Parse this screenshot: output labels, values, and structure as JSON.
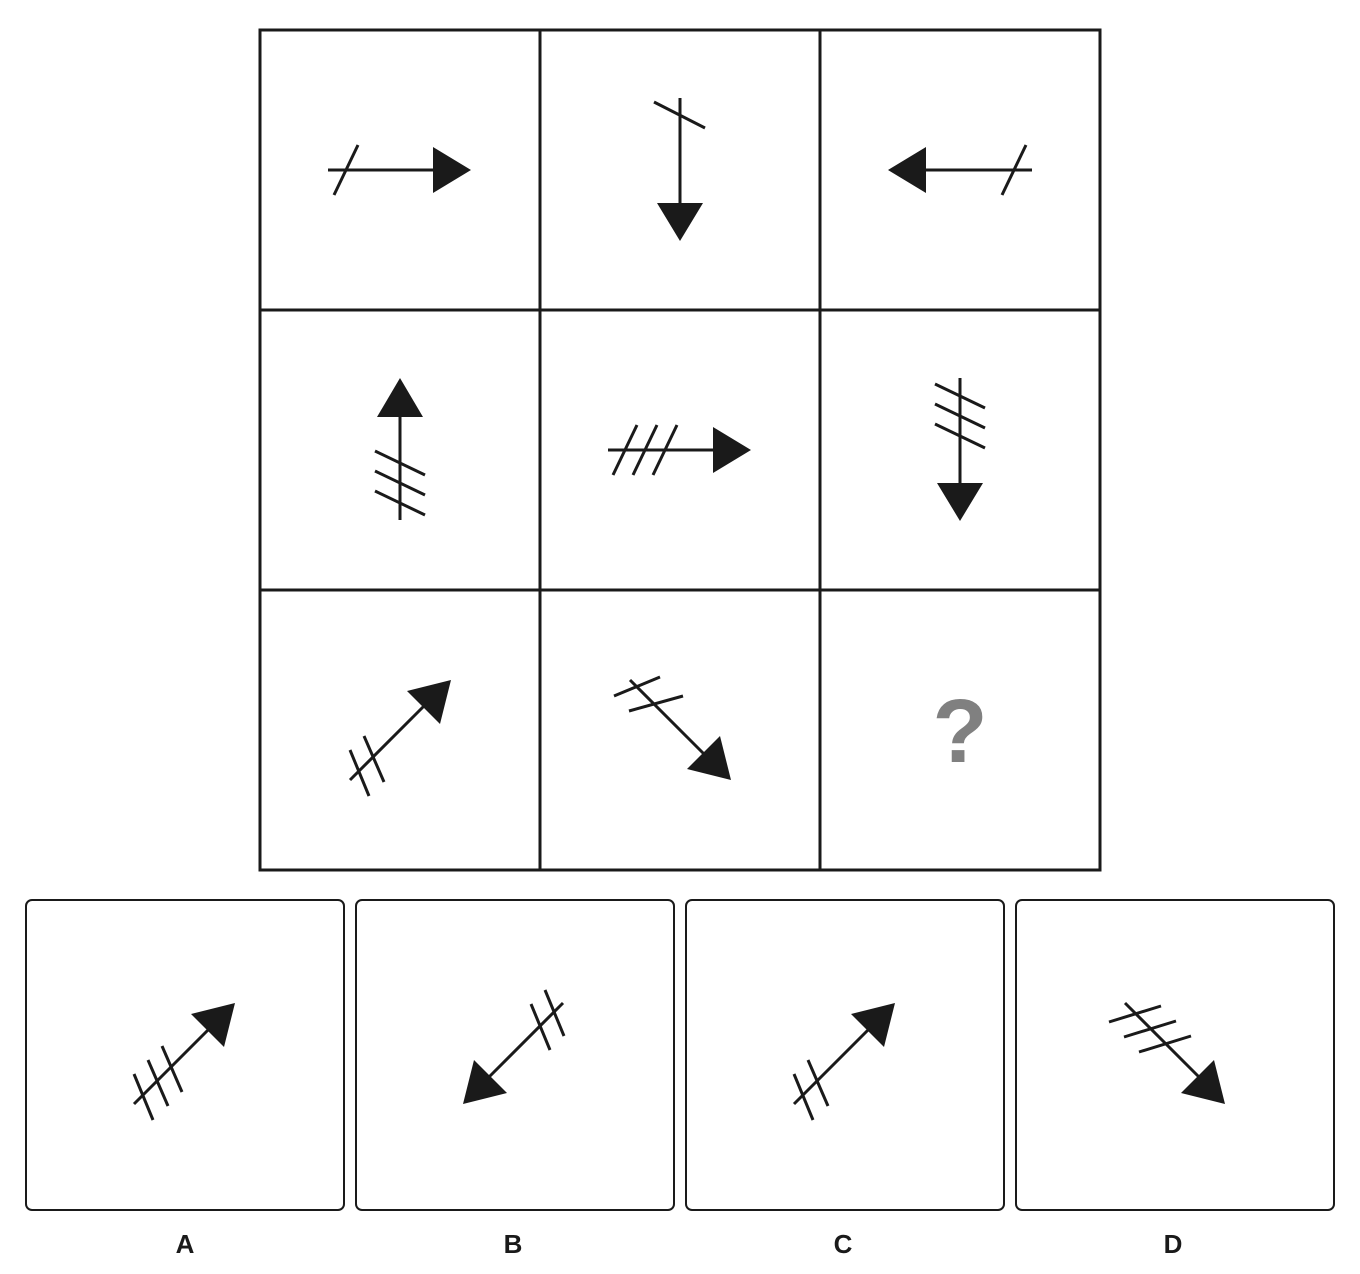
{
  "colors": {
    "ink": "#1a1a1a",
    "question_mark": "#808080",
    "background": "#ffffff"
  },
  "grid": {
    "cells": [
      {
        "id": "r1c1",
        "arrow": "right",
        "strokes": 1
      },
      {
        "id": "r1c2",
        "arrow": "down",
        "strokes": 1
      },
      {
        "id": "r1c3",
        "arrow": "left",
        "strokes": 1
      },
      {
        "id": "r2c1",
        "arrow": "up",
        "strokes": 3
      },
      {
        "id": "r2c2",
        "arrow": "right",
        "strokes": 3
      },
      {
        "id": "r2c3",
        "arrow": "down",
        "strokes": 3
      },
      {
        "id": "r3c1",
        "arrow": "up-right",
        "strokes": 2
      },
      {
        "id": "r3c2",
        "arrow": "down-right",
        "strokes": 2
      },
      {
        "id": "r3c3",
        "missing": true,
        "text": "?"
      }
    ]
  },
  "options": [
    {
      "label": "A",
      "arrow": "up-right",
      "strokes": 3
    },
    {
      "label": "B",
      "arrow": "down-left",
      "strokes": 2
    },
    {
      "label": "C",
      "arrow": "up-right",
      "strokes": 2
    },
    {
      "label": "D",
      "arrow": "down-right",
      "strokes": 3
    }
  ]
}
